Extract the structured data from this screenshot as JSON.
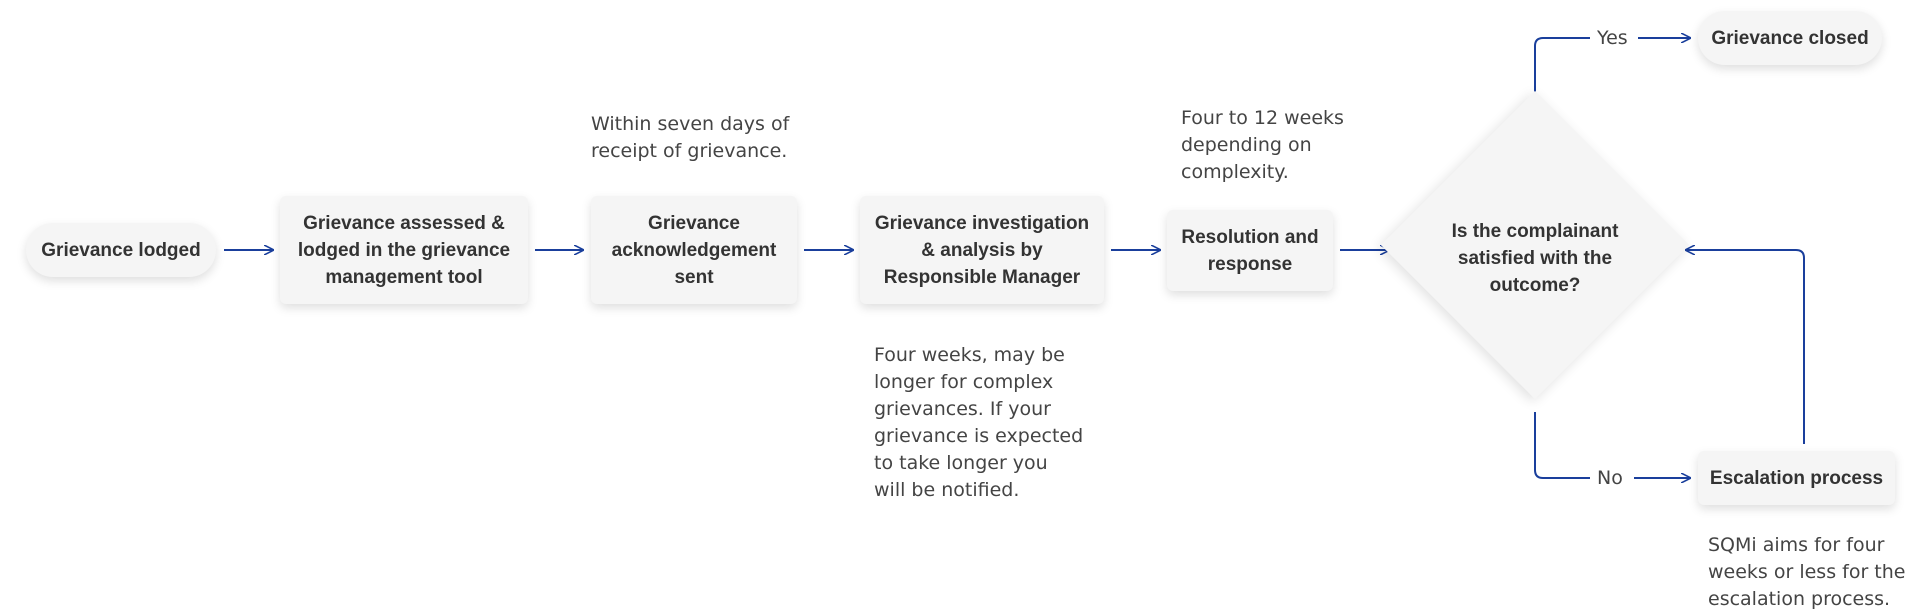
{
  "colors": {
    "connector": "#1a3f9c",
    "node_fill": "#f5f5f5",
    "text": "#333333"
  },
  "nodes": {
    "lodged": "Grievance lodged",
    "assessed": "Grievance assessed & lodged in the grievance management tool",
    "acknowledged": "Grievance acknowledgement sent",
    "investigation": "Grievance investigation & analysis by Responsible Manager",
    "resolution": "Resolution and response",
    "decision": "Is the complainant satisfied with the outcome?",
    "closed": "Grievance closed",
    "escalation": "Escalation process"
  },
  "notes": {
    "acknowledgement_timing": "Within seven days of receipt of grievance.",
    "investigation_timing": "Four weeks, may be longer for complex grievances. If your grievance is expected to take longer you will be notified.",
    "resolution_timing": "Four to 12 weeks depending on complexity.",
    "escalation_timing": "SQMi aims for four weeks or less for the escalation process."
  },
  "branch_labels": {
    "yes": "Yes",
    "no": "No"
  }
}
